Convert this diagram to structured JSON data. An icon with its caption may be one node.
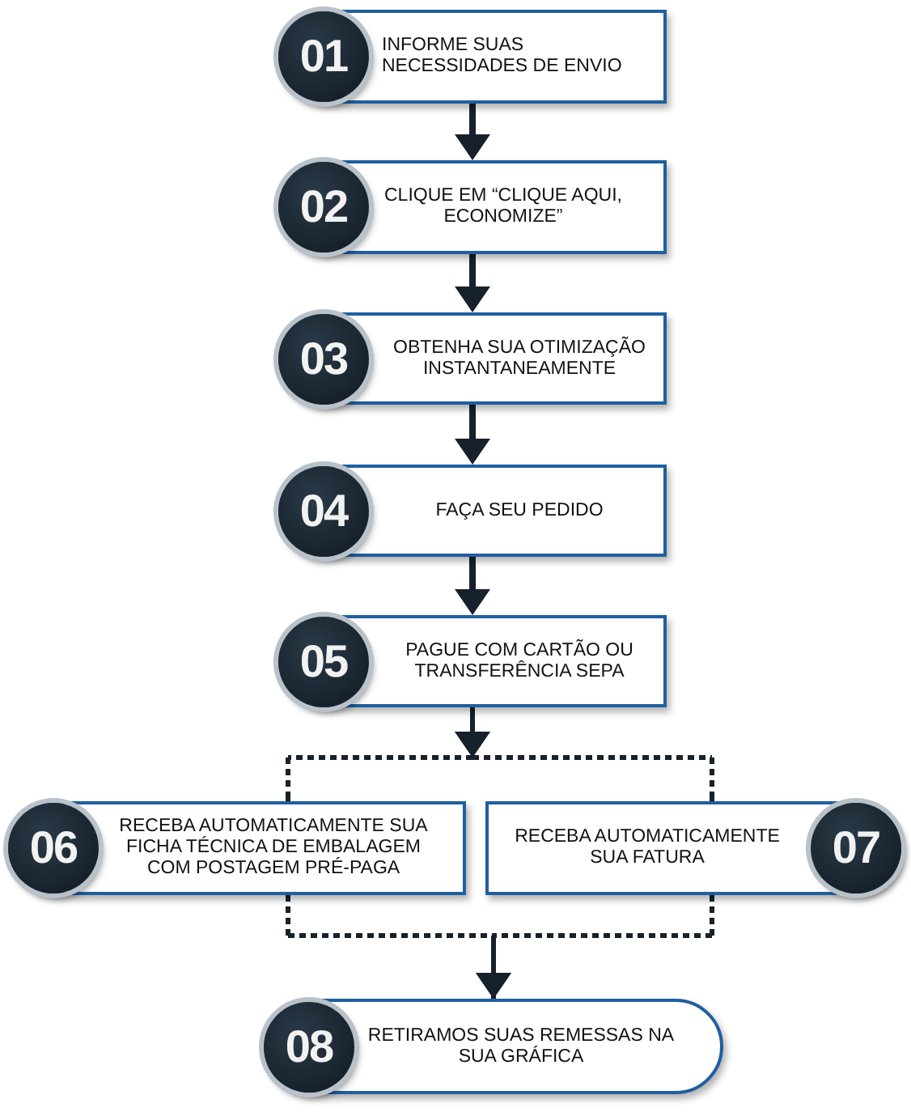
{
  "diagram": {
    "nodes": [
      {
        "text": [
          "01",
          "INFORME SUAS NECESSIDADES DE ENVIO"
        ]
      },
      {
        "text": [
          "02",
          "CLIQUE EM “CLIQUE AQUI, ECONOMIZE”"
        ]
      },
      {
        "text": [
          "03",
          "OBTENHA SUA OTIMIZAÇÃO INSTANTANEAMENTE"
        ]
      },
      {
        "text": [
          "04",
          "FAÇA SEU PEDIDO"
        ]
      },
      {
        "text": [
          "05",
          "PAGUE COM CARTÃO OU TRANSFERÊNCIA SEPA"
        ]
      },
      {
        "text": [
          "06",
          "RECEBA AUTOMATICAMENTE SUA FICHA TÉCNICA DE EMBALAGEM COM POSTAGEM PRÉ-PAGA"
        ]
      },
      {
        "text": [
          "RECEBA AUTOMATICAMENTE SUA FATURA",
          "07"
        ]
      },
      {
        "text": [
          "08",
          "RETIRAMOS SUAS REMESSAS NA SUA GRÁFICA"
        ]
      }
    ],
    "edges": [
      {
        "from": 0,
        "to": 1,
        "arrow": "to"
      },
      {
        "from": 1,
        "to": 2,
        "arrow": "to"
      },
      {
        "from": 2,
        "to": 3,
        "arrow": "to"
      },
      {
        "from": 3,
        "to": 4,
        "arrow": "to"
      },
      {
        "from": 4,
        "to": 5,
        "arrow": "to",
        "style": "dashed"
      },
      {
        "from": 4,
        "to": 6,
        "arrow": "to",
        "style": "dashed"
      },
      {
        "from": 5,
        "to": 7,
        "arrow": "to",
        "style": "dashed"
      },
      {
        "from": 6,
        "to": 7,
        "arrow": "to",
        "style": "dashed"
      }
    ]
  }
}
